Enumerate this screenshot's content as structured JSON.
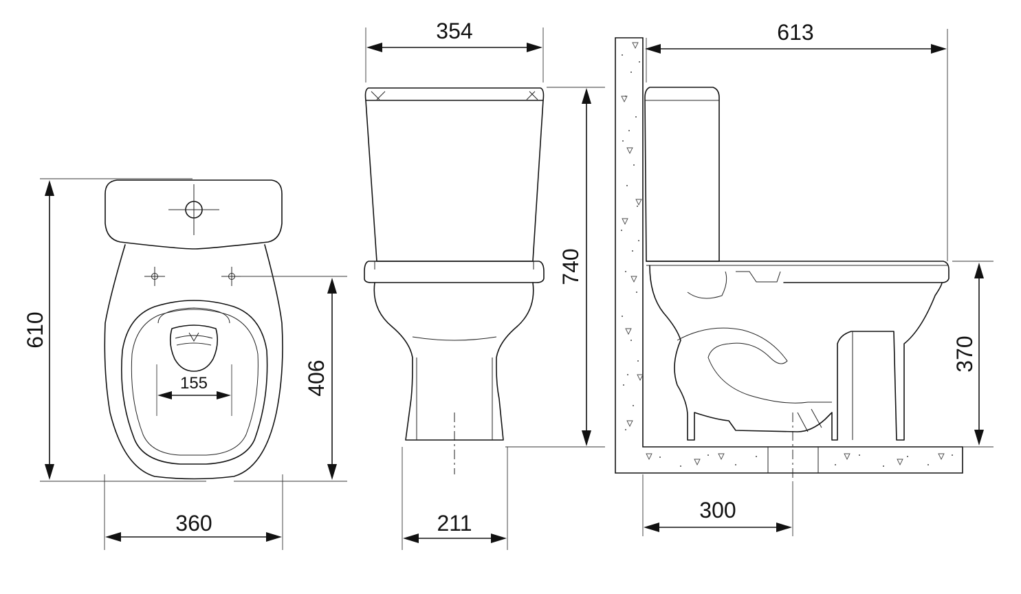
{
  "dimensions": {
    "top_view_depth": "610",
    "top_view_width": "360",
    "top_view_fixing_depth": "406",
    "top_view_fixing_spacing": "155",
    "front_view_tank_width": "354",
    "front_view_height": "740",
    "front_view_base_width": "211",
    "side_view_depth": "613",
    "side_view_seat_height": "370",
    "side_view_outlet_offset": "300"
  }
}
